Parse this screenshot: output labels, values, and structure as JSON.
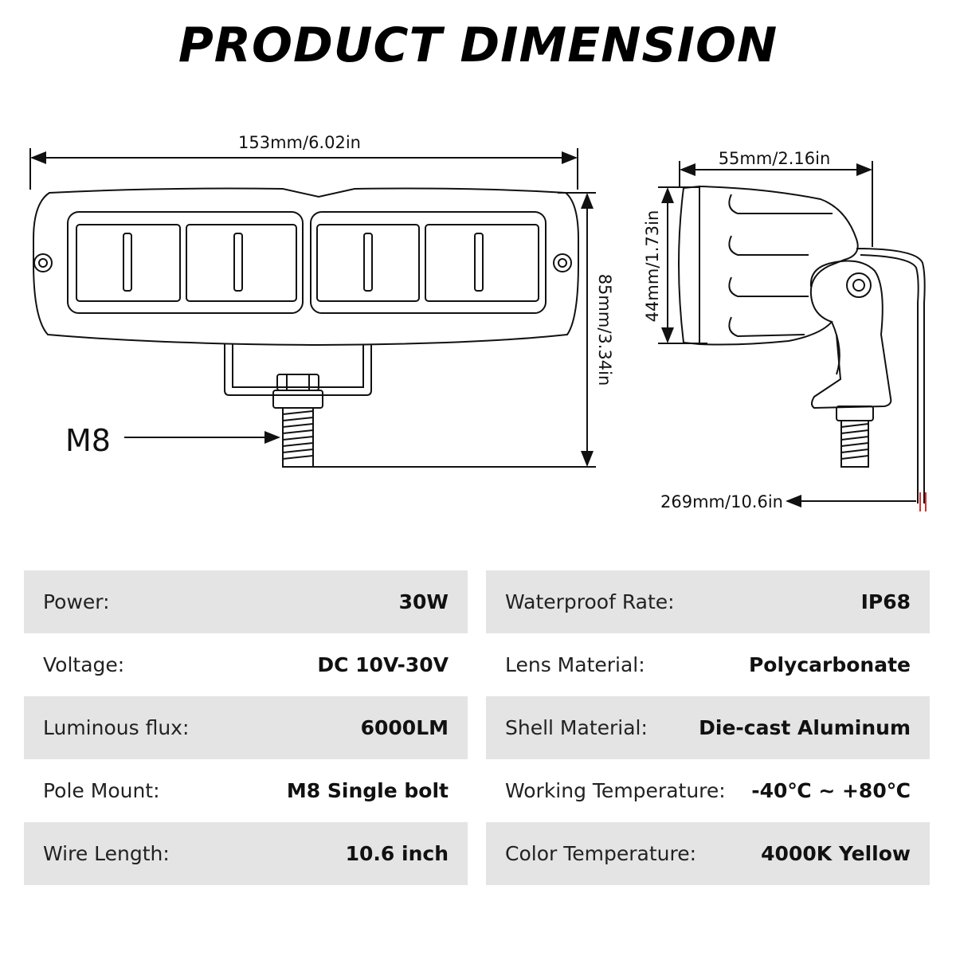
{
  "title": "PRODUCT DIMENSION",
  "dimensions": {
    "width": "153mm/6.02in",
    "height": "85mm/3.34in",
    "depth": "55mm/2.16in",
    "lens_height": "44mm/1.73in",
    "wire_length": "269mm/10.6in",
    "bolt": "M8"
  },
  "specs_left": [
    {
      "label": "Power:",
      "value": "30W"
    },
    {
      "label": "Voltage:",
      "value": "DC 10V-30V"
    },
    {
      "label": "Luminous flux:",
      "value": "6000LM"
    },
    {
      "label": "Pole Mount:",
      "value": "M8 Single bolt"
    },
    {
      "label": "Wire Length:",
      "value": "10.6 inch"
    }
  ],
  "specs_right": [
    {
      "label": "Waterproof Rate:",
      "value": "IP68"
    },
    {
      "label": "Lens Material:",
      "value": "Polycarbonate"
    },
    {
      "label": "Shell Material:",
      "value": "Die-cast Aluminum"
    },
    {
      "label": "Working Temperature:",
      "value": "-40℃ ~ +80℃"
    },
    {
      "label": "Color Temperature:",
      "value": "4000K Yellow"
    }
  ],
  "colors": {
    "row_shade": "#e4e4e4",
    "line": "#111111",
    "wire_red": "#d33030"
  }
}
